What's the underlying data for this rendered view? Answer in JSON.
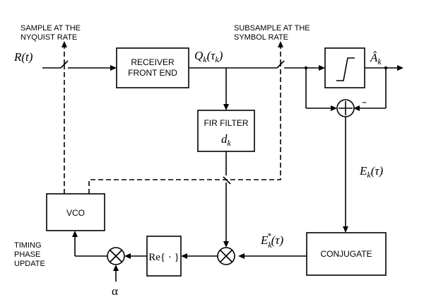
{
  "labels": {
    "nyquist_line1": "SAMPLE AT THE",
    "nyquist_line2": "NYQUIST RATE",
    "symbol_line1": "SUBSAMPLE AT THE",
    "symbol_line2": "SYMBOL RATE",
    "timing_line1": "TIMING",
    "timing_line2": "PHASE",
    "timing_line3": "UPDATE"
  },
  "blocks": {
    "front_end_line1": "RECEIVER",
    "front_end_line2": "FRONT END",
    "fir_line1": "FIR FILTER",
    "fir_sym": "d",
    "fir_sub": "k",
    "vco": "VCO",
    "re": "Re{ · }",
    "conjugate": "CONJUGATE"
  },
  "signals": {
    "input": "R(t)",
    "q_main": "Q",
    "q_sub": "k",
    "q_arg": "(τ",
    "q_arg_sub": "k",
    "q_close": ")",
    "a_hat": "Â",
    "a_sub": "k",
    "e_main": "E",
    "e_sub": "k",
    "e_arg": "(τ)",
    "estar_main": "E",
    "estar_sub": "k",
    "estar_sup": "*",
    "estar_arg": "(τ)",
    "alpha": "α",
    "minus": "–"
  }
}
